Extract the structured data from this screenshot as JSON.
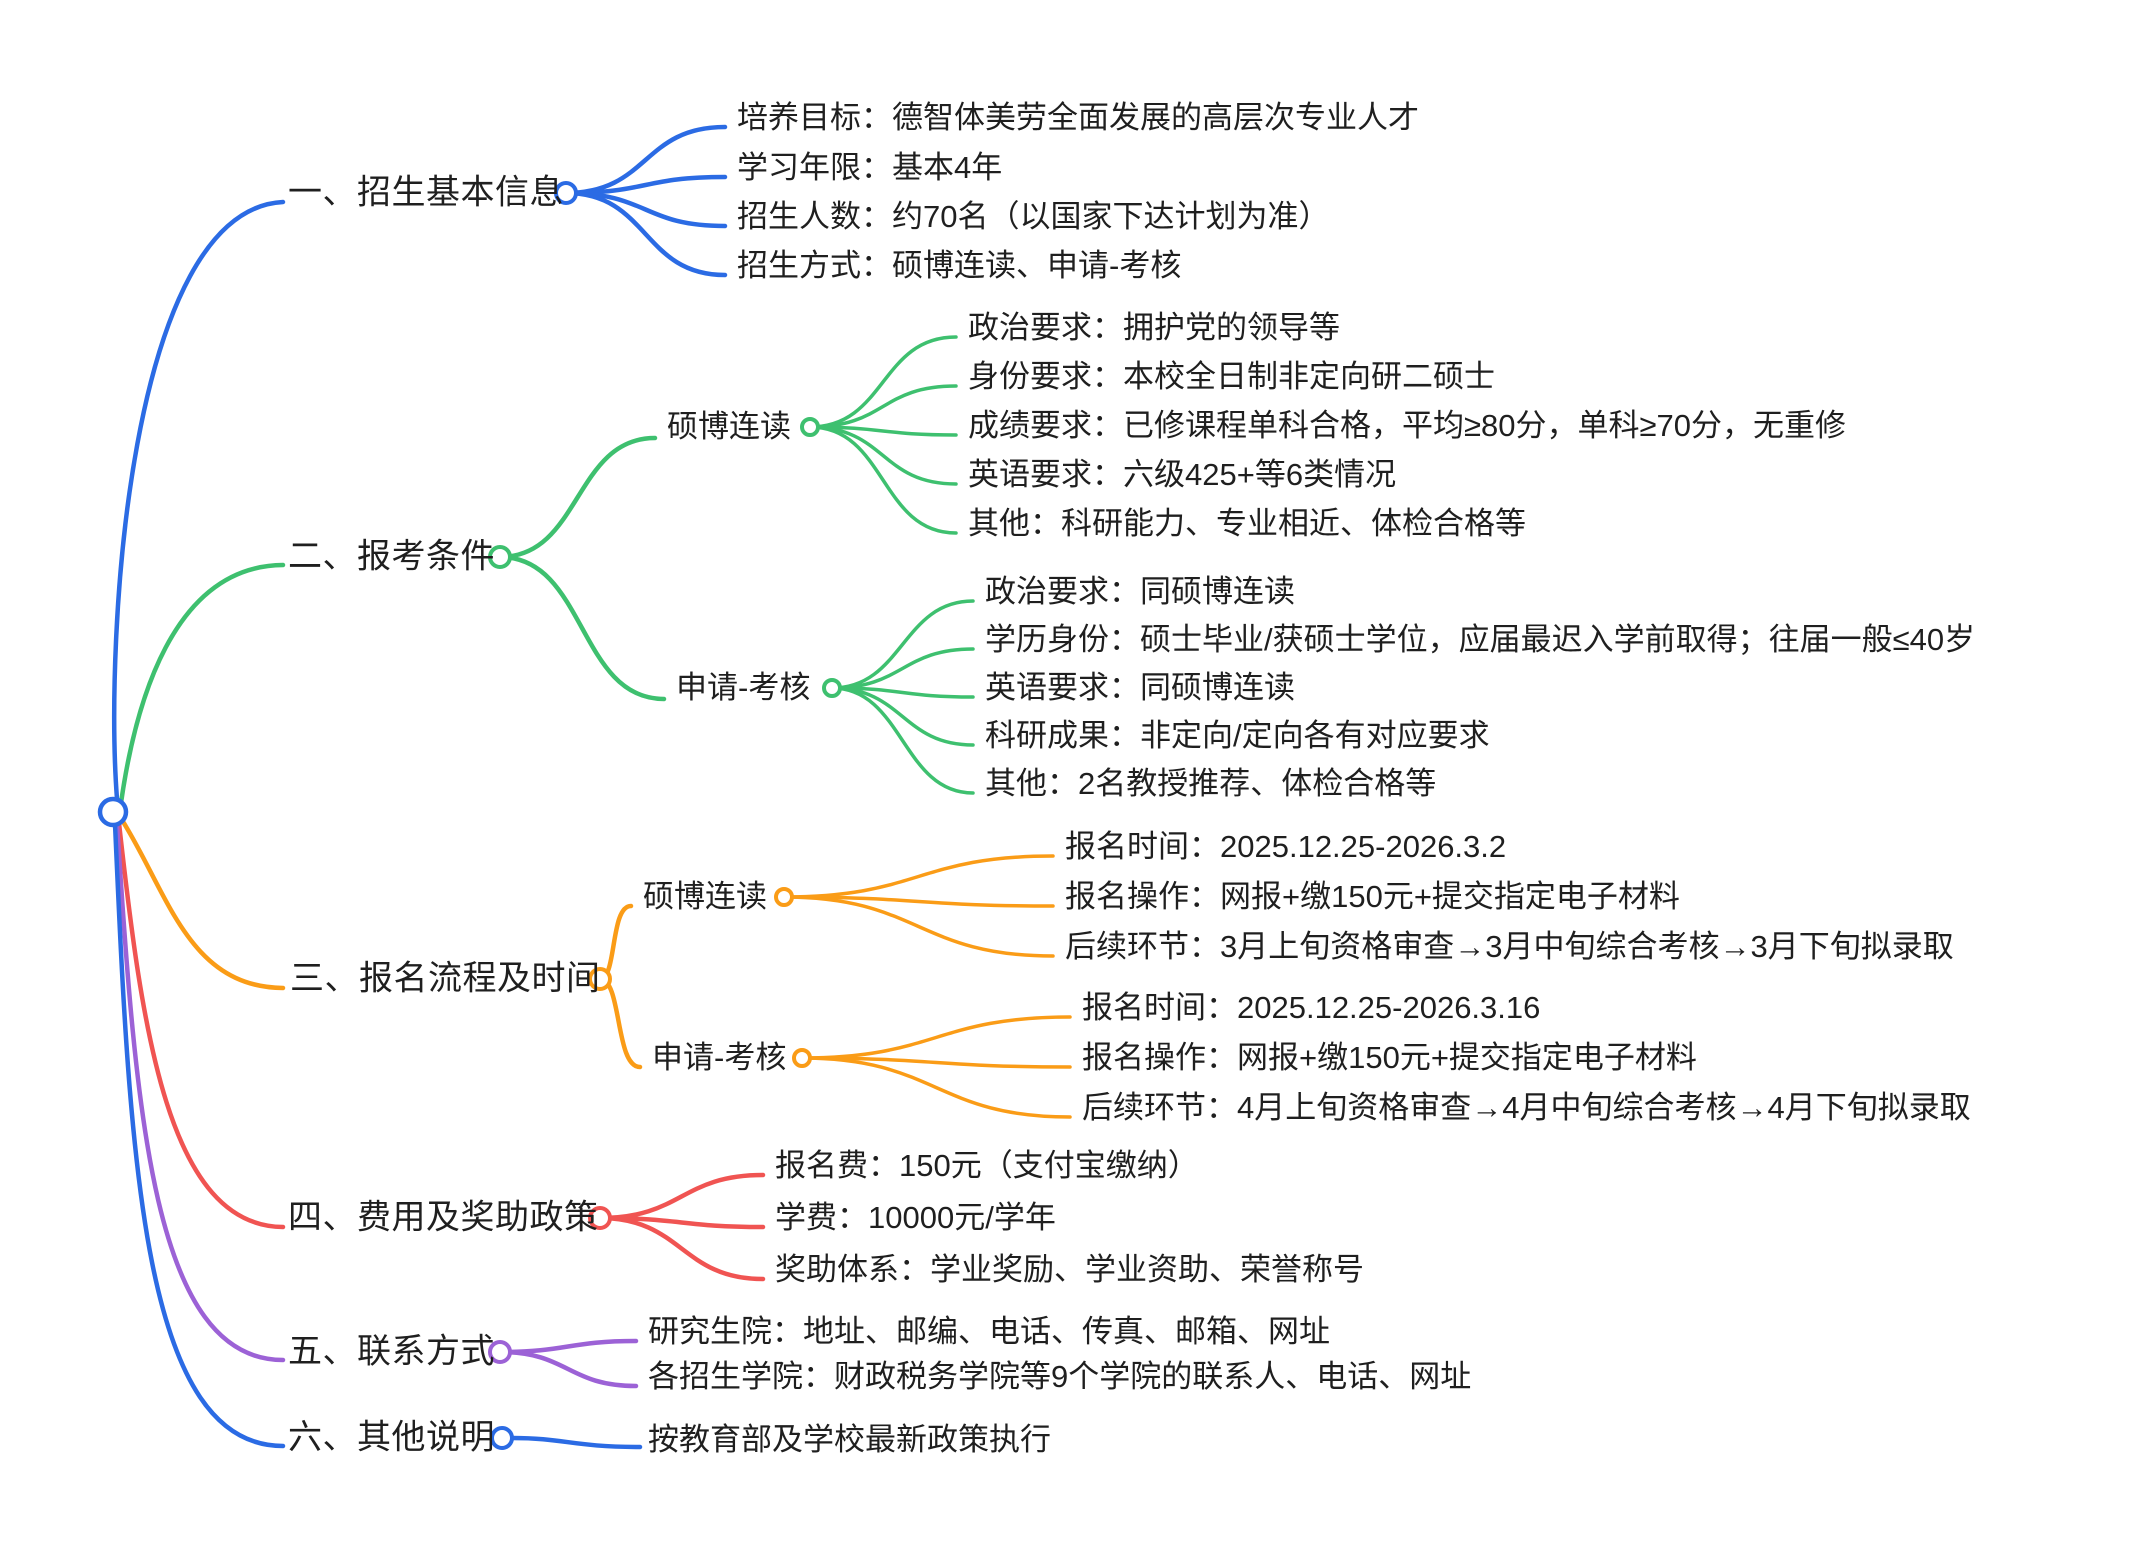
{
  "mindmap": {
    "root": {
      "shape": "circle"
    },
    "branches": [
      {
        "label": "一、招生基本信息",
        "color": "#2B6BE4",
        "leaves": [
          "培养目标：德智体美劳全面发展的高层次专业人才",
          "学习年限：基本4年",
          "招生人数：约70名（以国家下达计划为准）",
          "招生方式：硕博连读、申请-考核"
        ]
      },
      {
        "label": "二、报考条件",
        "color": "#3EC06F",
        "groups": [
          {
            "label": "硕博连读",
            "leaves": [
              "政治要求：拥护党的领导等",
              "身份要求：本校全日制非定向研二硕士",
              "成绩要求：已修课程单科合格，平均≥80分，单科≥70分，无重修",
              "英语要求：六级425+等6类情况",
              "其他：科研能力、专业相近、体检合格等"
            ]
          },
          {
            "label": "申请-考核",
            "leaves": [
              "政治要求：同硕博连读",
              "学历身份：硕士毕业/获硕士学位，应届最迟入学前取得；往届一般≤40岁",
              "英语要求：同硕博连读",
              "科研成果：非定向/定向各有对应要求",
              "其他：2名教授推荐、体检合格等"
            ]
          }
        ]
      },
      {
        "label": "三、报名流程及时间",
        "color": "#FA9C17",
        "groups": [
          {
            "label": "硕博连读",
            "leaves": [
              "报名时间：2025.12.25-2026.3.2",
              "报名操作：网报+缴150元+提交指定电子材料",
              "后续环节：3月上旬资格审查→3月中旬综合考核→3月下旬拟录取"
            ]
          },
          {
            "label": "申请-考核",
            "leaves": [
              "报名时间：2025.12.25-2026.3.16",
              "报名操作：网报+缴150元+提交指定电子材料",
              "后续环节：4月上旬资格审查→4月中旬综合考核→4月下旬拟录取"
            ]
          }
        ]
      },
      {
        "label": "四、费用及奖助政策",
        "color": "#F05452",
        "leaves": [
          "报名费：150元（支付宝缴纳）",
          "学费：10000元/学年",
          "奖助体系：学业奖励、学业资助、荣誉称号"
        ]
      },
      {
        "label": "五、联系方式",
        "color": "#9C62D6",
        "leaves": [
          "研究生院：地址、邮编、电话、传真、邮箱、网址",
          "各招生学院：财政税务学院等9个学院的联系人、电话、网址"
        ]
      },
      {
        "label": "六、其他说明",
        "color": "#2B6BE4",
        "leaves": [
          "按教育部及学校最新政策执行"
        ]
      }
    ]
  }
}
